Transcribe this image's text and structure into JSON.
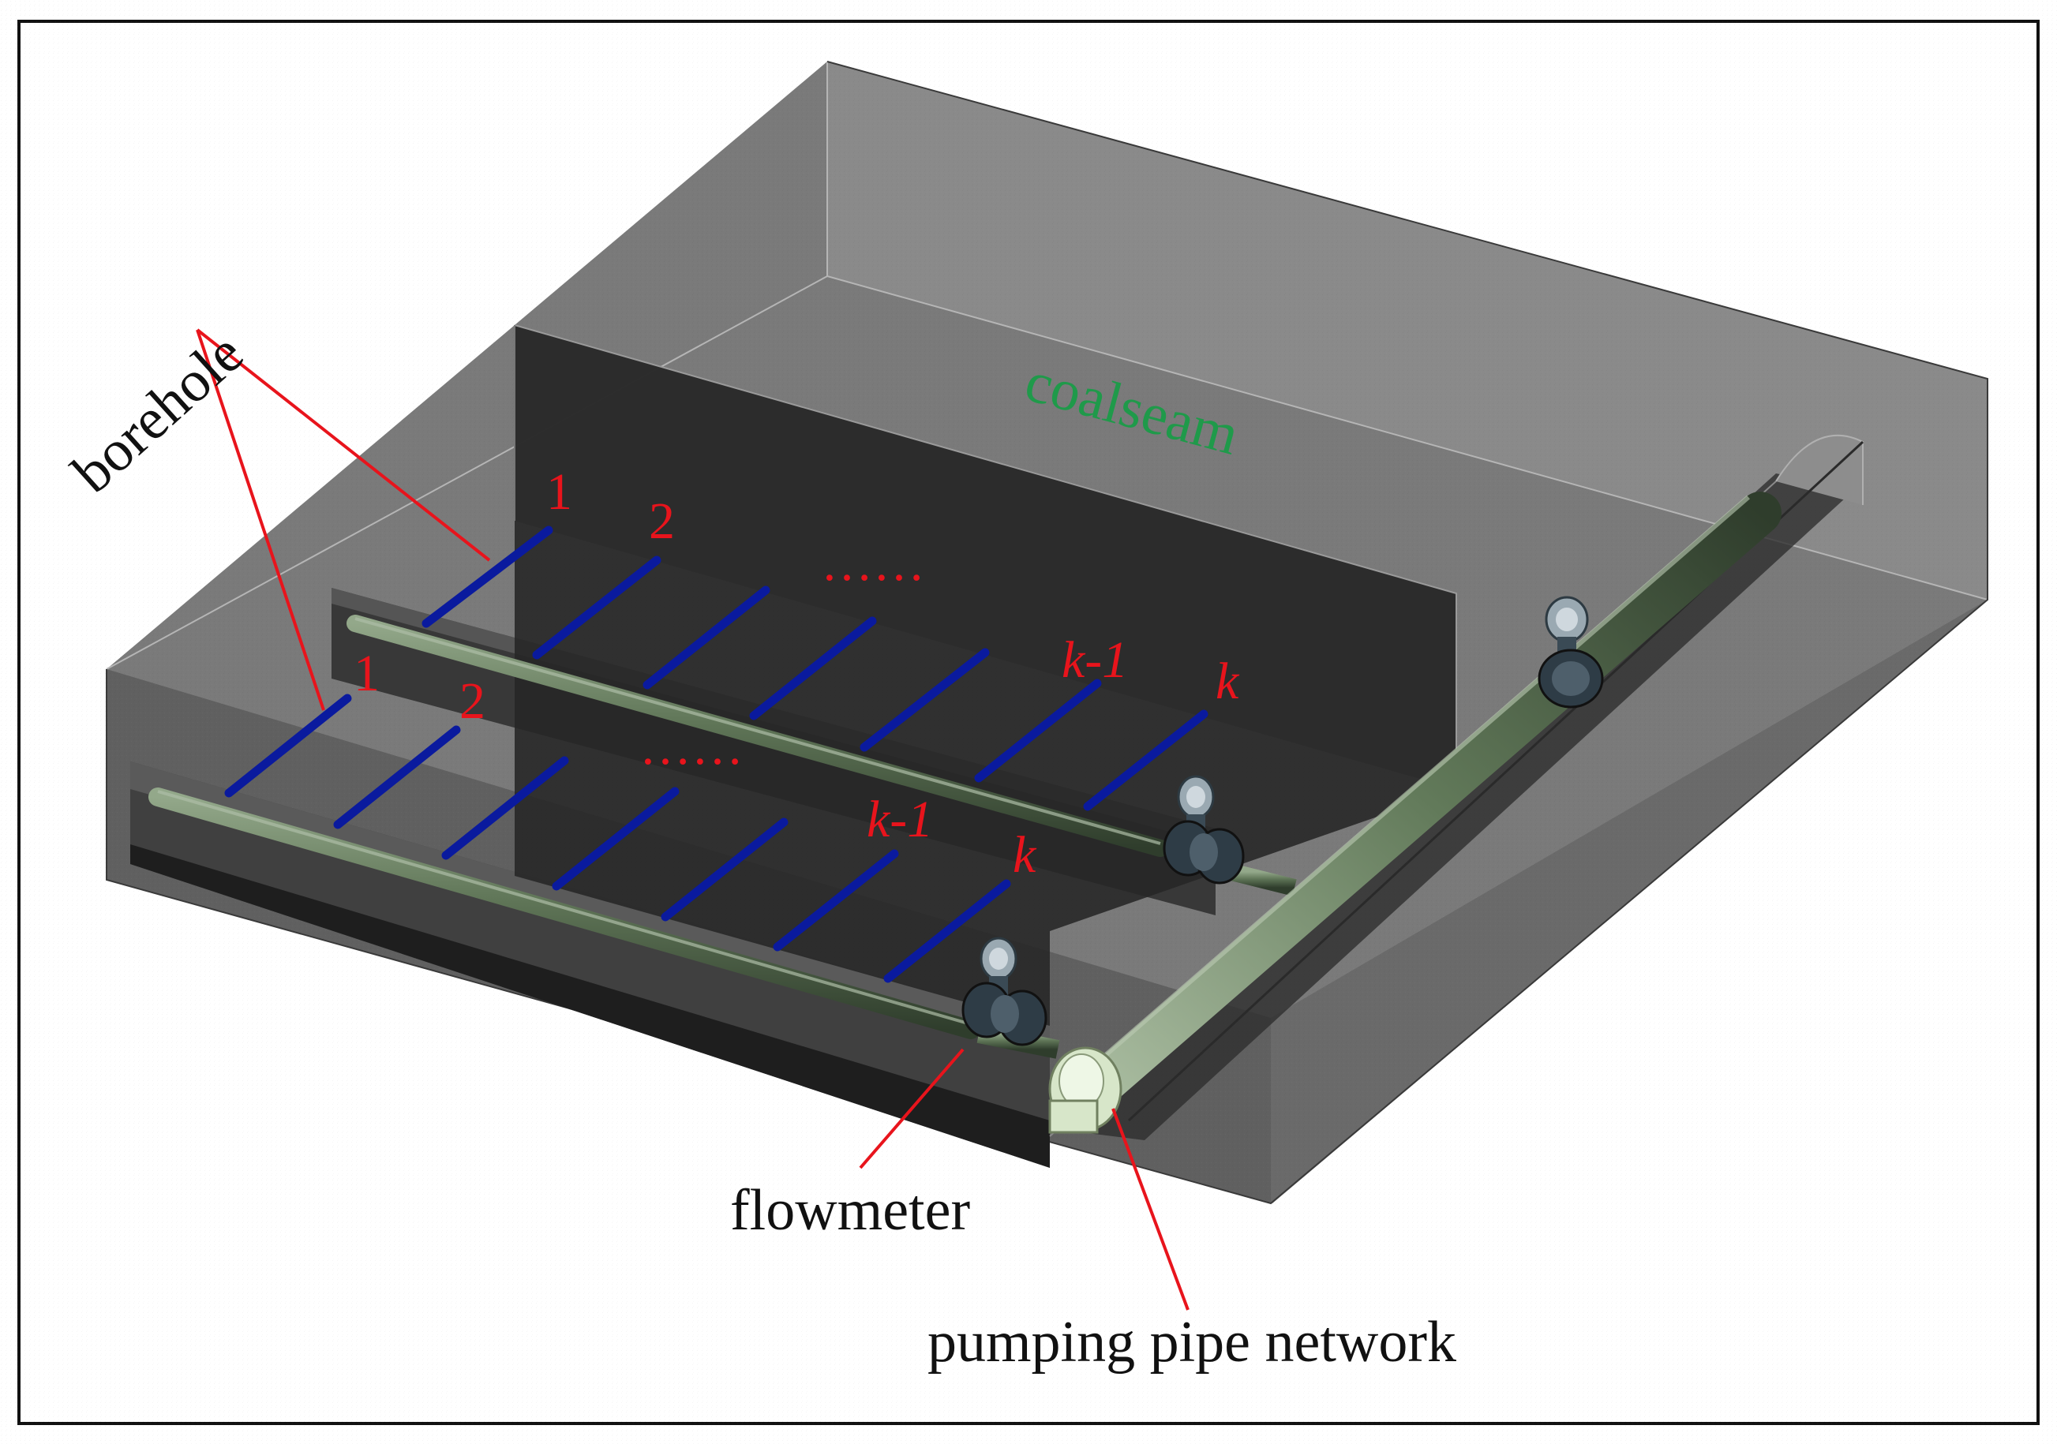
{
  "labels": {
    "borehole": "borehole",
    "coalseam": "coalseam",
    "flowmeter": "flowmeter",
    "pumping_pipe_network": "pumping pipe network"
  },
  "upper_row": {
    "index_1": "1",
    "index_2": "2",
    "ellipsis": "……",
    "index_k_minus_1": "k-1",
    "index_k": "k"
  },
  "lower_row": {
    "index_1": "1",
    "index_2": "2",
    "ellipsis": "……",
    "index_k_minus_1": "k-1",
    "index_k": "k"
  },
  "colors": {
    "borehole": "#0a1a9e",
    "index_text": "#e8141c",
    "leader_line": "#e8141c",
    "coalseam_text": "#1f9a4a",
    "pipe": "#4f6448",
    "rock": "#6f6f6f"
  },
  "icons": {
    "flowmeter": "flowmeter-icon",
    "pipe_outlet": "pipe-outlet-icon"
  }
}
